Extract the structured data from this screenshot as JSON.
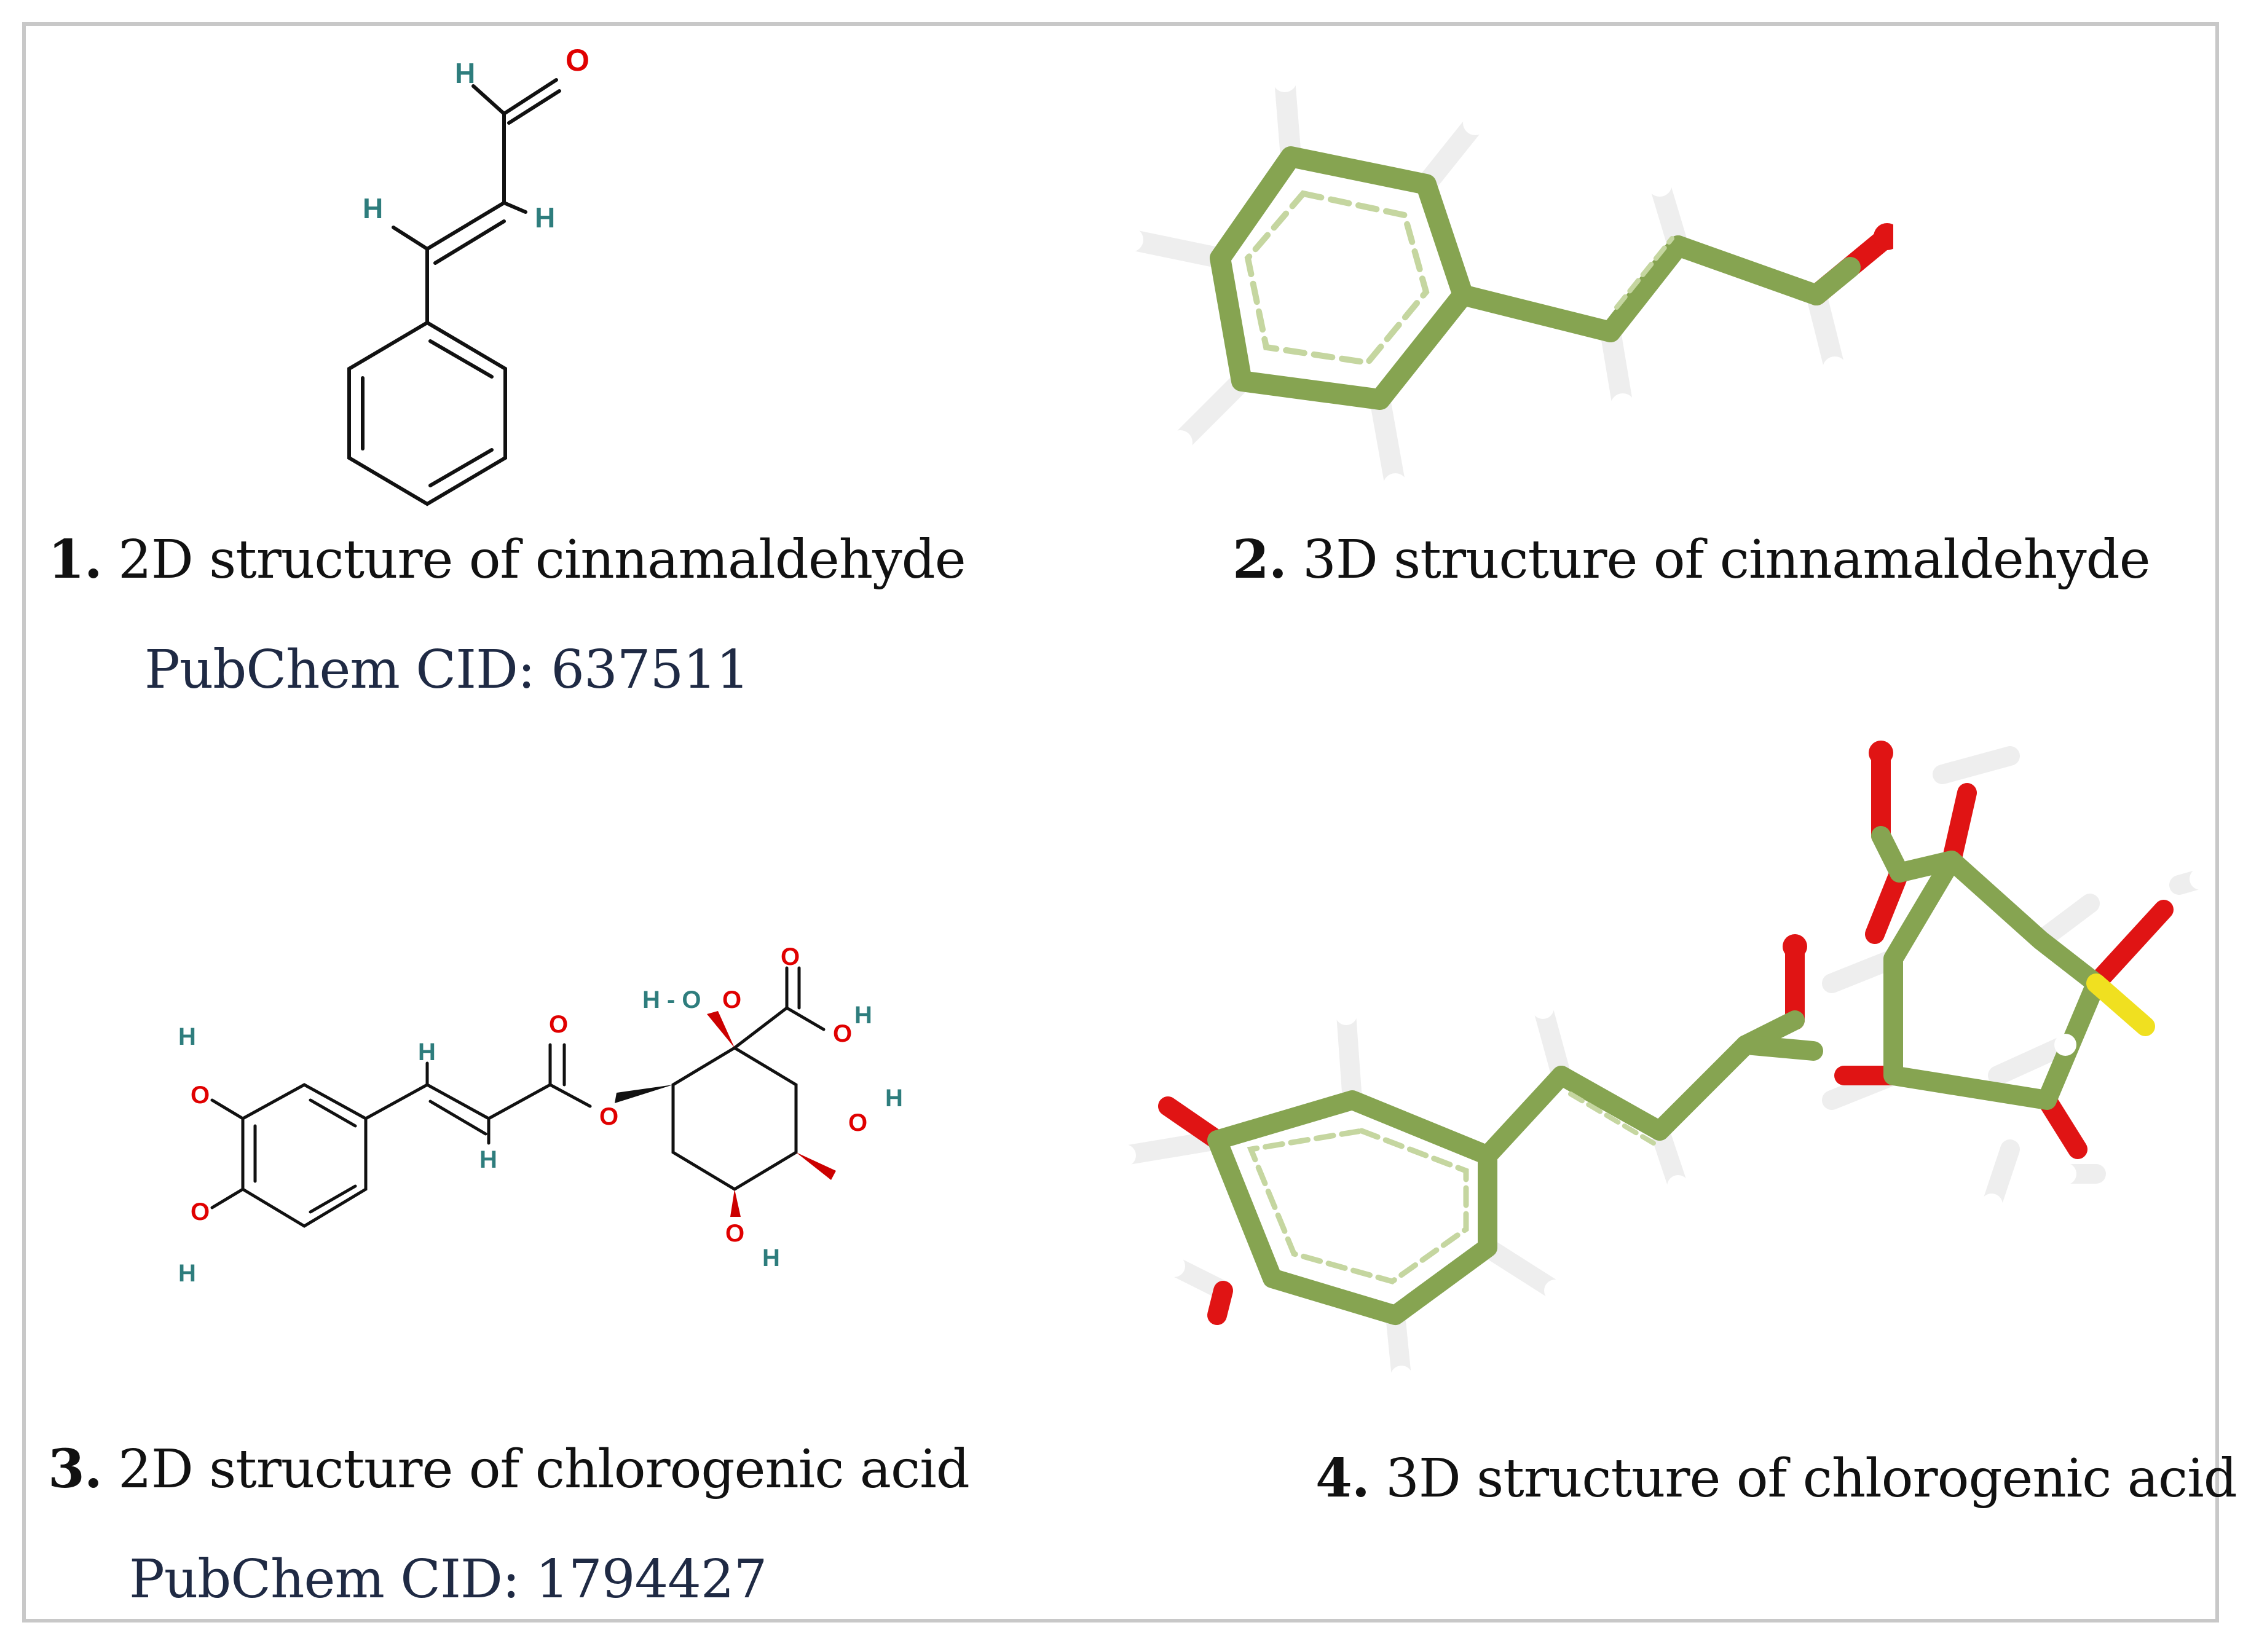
{
  "panels": [
    {
      "num": "1.",
      "caption": "2D structure of cinnamaldehyde",
      "cid": "PubChem CID: 637511"
    },
    {
      "num": "2.",
      "caption": "3D structure of cinnamaldehyde"
    },
    {
      "num": "3.",
      "caption": "2D structure of chlorogenic acid",
      "cid": "PubChem CID: 1794427"
    },
    {
      "num": "4.",
      "caption": "3D structure of chlorogenic acid"
    }
  ],
  "colors": {
    "carbon_stick": "#86a451",
    "oxygen": "#e01414",
    "hydrogen": "#eeeeee",
    "sulfur_like": "#f0e020",
    "label_H": "#2e7d7d",
    "label_O": "#e00000",
    "frame_border": "#c8c8c8"
  },
  "atom_labels": {
    "H": "H",
    "O": "O",
    "HO": "H - O"
  }
}
